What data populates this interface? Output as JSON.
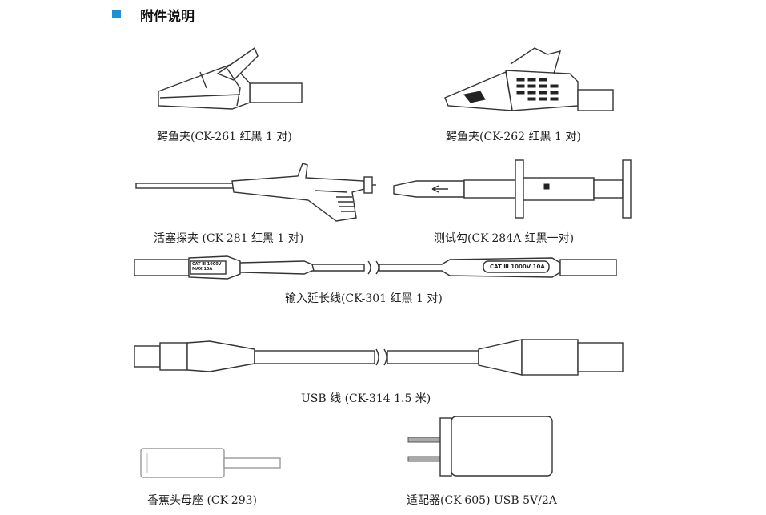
{
  "section": {
    "title": "附件说明",
    "accent_color": "#1f8fd6"
  },
  "items": [
    {
      "caption": "鳄鱼夹(CK-261 红黑 1 对)"
    },
    {
      "caption": "鳄鱼夹(CK-262 红黑 1 对)"
    },
    {
      "caption": "活塞探夹 (CK-281 红黑 1 对)"
    },
    {
      "caption": "测试勾(CK-284A 红黑一对)"
    },
    {
      "caption": "输入延长线(CK-301 红黑 1 对)"
    },
    {
      "caption": "USB 线 (CK-314 1.5 米)"
    },
    {
      "caption": "香蕉头母座 (CK-293)"
    },
    {
      "caption": "适配器(CK-605) USB 5V/2A"
    }
  ],
  "product_markings": {
    "ext_left_line1": "CAT Ⅲ 1000V",
    "ext_left_line2": "MAX 10A",
    "ext_right": "CAT Ⅲ 1000V 10A"
  }
}
